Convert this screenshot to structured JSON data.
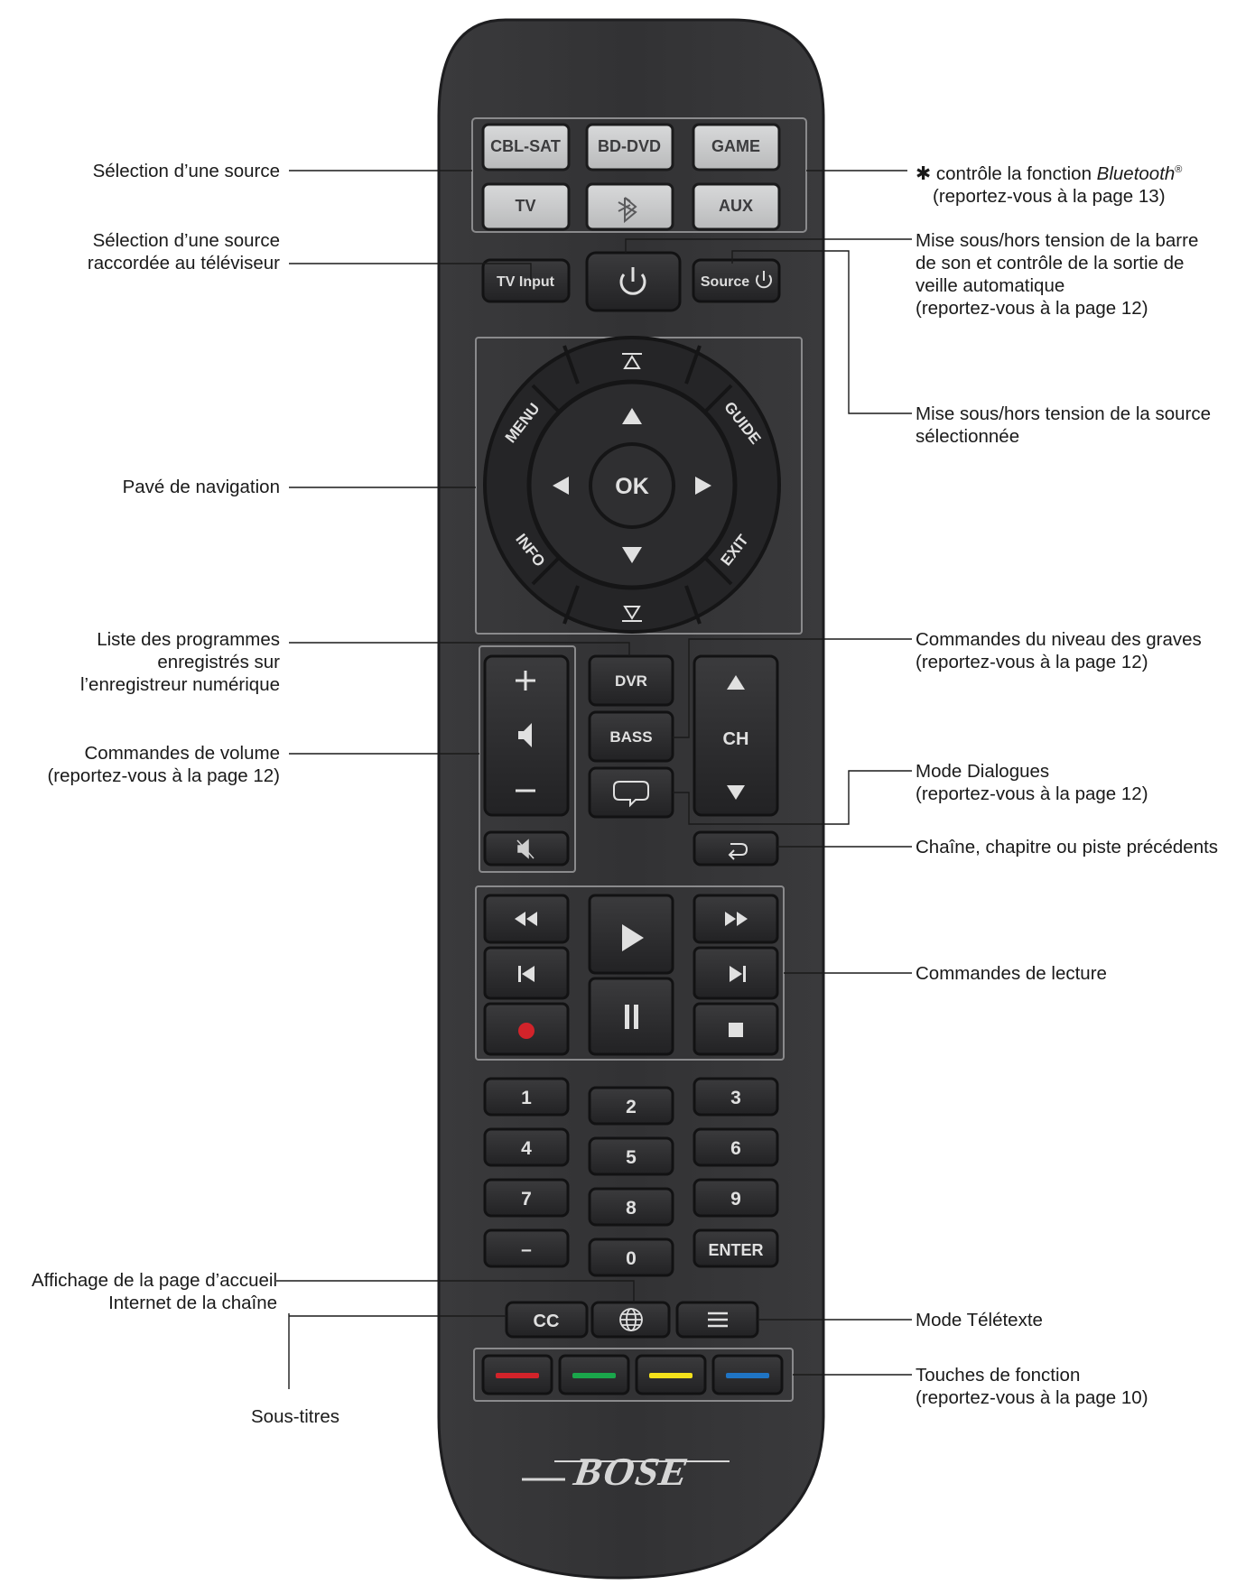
{
  "remote": {
    "source_row1": [
      "CBL-SAT",
      "BD-DVD",
      "GAME"
    ],
    "source_row2": [
      "TV",
      "bluetooth-icon",
      "AUX"
    ],
    "tv_input": "TV Input",
    "power_icon": "power-icon",
    "source_power": "Source",
    "nav": {
      "menu": "MENU",
      "guide": "GUIDE",
      "info": "INFO",
      "exit": "EXIT",
      "ok": "OK"
    },
    "dvr": "DVR",
    "bass": "BASS",
    "ch": "CH",
    "numbers": [
      "1",
      "2",
      "3",
      "4",
      "5",
      "6",
      "7",
      "8",
      "9",
      "–",
      "0",
      "ENTER"
    ],
    "cc": "CC",
    "brand": "BOSE",
    "colors": {
      "body": "#333335",
      "button": "#2b2b2d",
      "source_button": "#c9cacb",
      "red": "#d2232a",
      "green": "#1aa64b",
      "yellow": "#f4e11b",
      "blue": "#1f74c4",
      "record": "#d2232a"
    }
  },
  "callouts": {
    "source_select": "Sélection d’une source",
    "source_tv": [
      "Sélection d’une source",
      "raccordée au téléviseur"
    ],
    "nav_pad": "Pavé de navigation",
    "dvr_list": [
      "Liste des programmes",
      "enregistrés sur",
      "l’enregistreur numérique"
    ],
    "volume": [
      "Commandes de volume",
      "(reportez-vous à la page 12)"
    ],
    "home_page": [
      "Affichage de la page d’accueil",
      "Internet de la chaîne"
    ],
    "subtitles": "Sous-titres",
    "bluetooth_1a": "contrôle la fonction ",
    "bluetooth_1b": "Bluetooth",
    "bluetooth_1c": "®",
    "bluetooth_2": "(reportez-vous à la page 13)",
    "power_bar": [
      "Mise sous/hors tension de la barre",
      "de son et contrôle de la sortie de",
      "veille automatique",
      "(reportez-vous à la page 12)"
    ],
    "power_source": [
      "Mise sous/hors tension de la source",
      "sélectionnée"
    ],
    "bass": [
      "Commandes du niveau des graves",
      "(reportez-vous à la page 12)"
    ],
    "dialogue": [
      "Mode Dialogues",
      "(reportez-vous à la page 12)"
    ],
    "prev": "Chaîne, chapitre ou piste précédents",
    "playback": "Commandes de lecture",
    "teletext": "Mode Télétexte",
    "function_keys": [
      "Touches de fonction",
      "(reportez-vous à la page 10)"
    ]
  }
}
